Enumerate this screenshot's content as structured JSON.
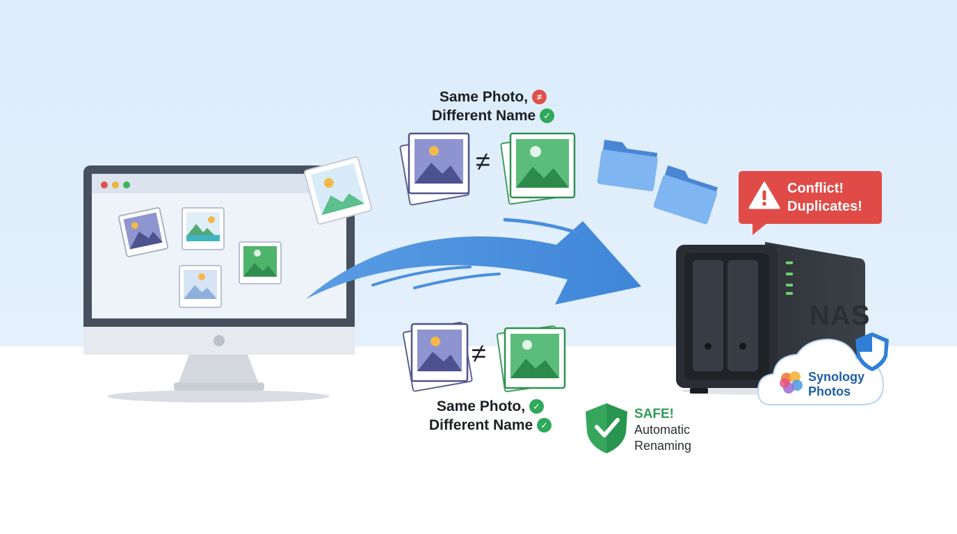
{
  "labels": {
    "top_line1": "Same Photo,",
    "top_line2": "Different Name",
    "bottom_line1": "Same Photo,",
    "bottom_line2": "Different Name",
    "not_equal": "≠"
  },
  "alert": {
    "line1": "Conflict!",
    "line2": "Duplicates!",
    "icon": "warning-icon"
  },
  "device": {
    "label": "NAS"
  },
  "safe": {
    "title": "SAFE!",
    "line1": "Automatic",
    "line2": "Renaming",
    "icon": "shield-check-icon"
  },
  "cloud_app": {
    "line1": "Synology",
    "line2": "Photos",
    "icon": "synology-photos-logo"
  },
  "colors": {
    "background_top": "#dcecfb",
    "arrow_blue": "#4a8fdc",
    "folder_blue": "#6aa8ec",
    "photo_purple": "#5f63a8",
    "photo_green": "#3aa561",
    "alert_red": "#e04b47",
    "safe_green": "#2fa95c",
    "nas_dark": "#2a2e34"
  }
}
